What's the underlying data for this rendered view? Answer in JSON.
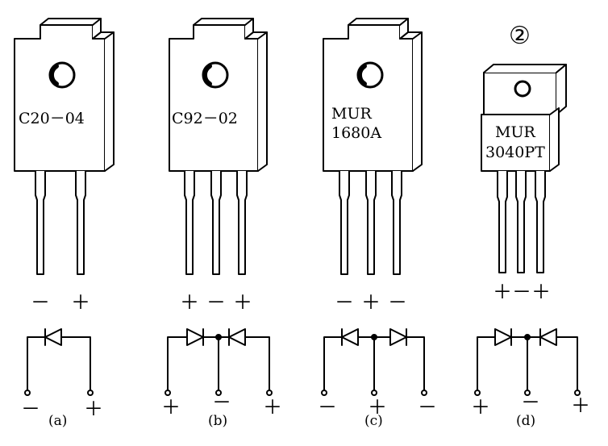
{
  "circled_marker": "②",
  "components": [
    {
      "id": "a",
      "caption": "(a)",
      "label_lines": [
        "C20－04"
      ],
      "pin_signs": [
        "－",
        "＋"
      ],
      "terminal_signs": [
        "－",
        "＋"
      ]
    },
    {
      "id": "b",
      "caption": "(b)",
      "label_lines": [
        "C92－02"
      ],
      "pin_signs": [
        "＋",
        "－",
        "＋"
      ],
      "terminal_signs": [
        "＋",
        "－",
        "＋"
      ]
    },
    {
      "id": "c",
      "caption": "(c)",
      "label_lines": [
        "MUR",
        "1680A"
      ],
      "pin_signs": [
        "－",
        "＋",
        "－"
      ],
      "terminal_signs": [
        "－",
        "＋",
        "－"
      ]
    },
    {
      "id": "d",
      "caption": "(d)",
      "label_lines": [
        "MUR",
        "3040PT"
      ],
      "pin_signs": [
        "＋－＋"
      ],
      "terminal_signs": [
        "＋",
        "－",
        "＋"
      ]
    }
  ]
}
